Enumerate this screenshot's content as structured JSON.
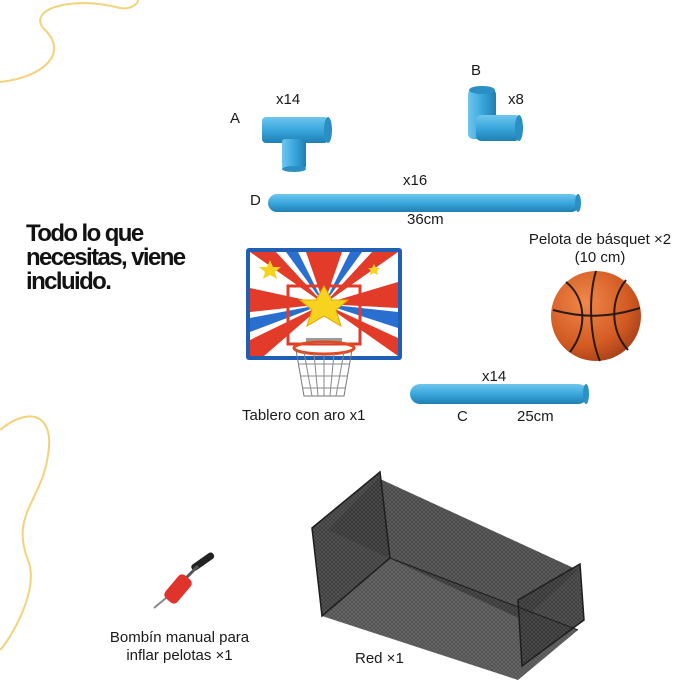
{
  "headline": {
    "lines": [
      "Todo lo que",
      "necesitas, viene",
      "incluido."
    ]
  },
  "parts": {
    "a": {
      "letter": "A",
      "qty": "x14"
    },
    "b": {
      "letter": "B",
      "qty": "x8"
    },
    "d": {
      "letter": "D",
      "qty": "x16",
      "length": "36cm"
    },
    "c": {
      "letter": "C",
      "qty": "x14",
      "length": "25cm"
    }
  },
  "items": {
    "ball": {
      "line1": "Pelota de básquet ×2",
      "line2": "(10 cm)"
    },
    "backboard": {
      "label": "Tablero con aro x1"
    },
    "pump": {
      "line1": "Bombín manual para",
      "line2": "inflar pelotas ×1"
    },
    "net": {
      "label": "Red ×1"
    }
  },
  "colors": {
    "pipe": "#3aa7dc",
    "ball": "#d9652a",
    "decor_line": "#f2d27a",
    "pump": "#e0332b",
    "net": "#3c3c3c"
  }
}
